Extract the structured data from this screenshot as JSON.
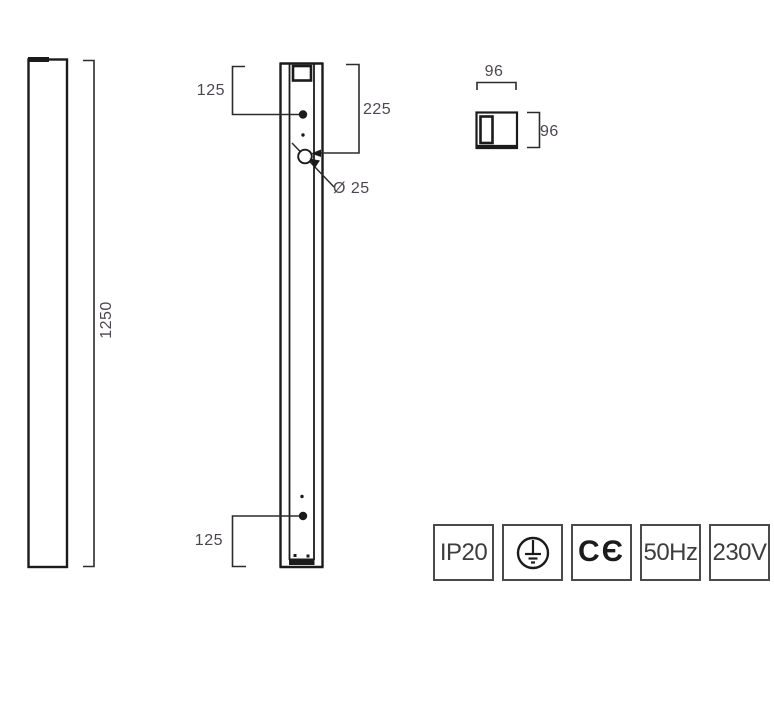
{
  "drawing": {
    "front_view": {
      "height": "1250"
    },
    "side_view": {
      "top_hole_offset": "125",
      "upper_section": "225",
      "hole_diameter": "Ø 25",
      "bottom_hole_offset": "125"
    },
    "top_view": {
      "width": "96",
      "depth": "96"
    }
  },
  "badges": [
    {
      "type": "text",
      "label": "IP20"
    },
    {
      "type": "icon",
      "icon": "earth-ground-icon"
    },
    {
      "type": "icon",
      "icon": "ce-mark-icon",
      "glyph": "CЄ",
      "label": "CE"
    },
    {
      "type": "text",
      "label": "50Hz"
    },
    {
      "type": "text",
      "label": "230V"
    }
  ],
  "colors": {
    "background": "#ffffff",
    "line": "#1b1b1b",
    "dimension_text": "#4c4651",
    "badge_text": "#3d3d3d",
    "badge_border": "#4a4a4a"
  }
}
